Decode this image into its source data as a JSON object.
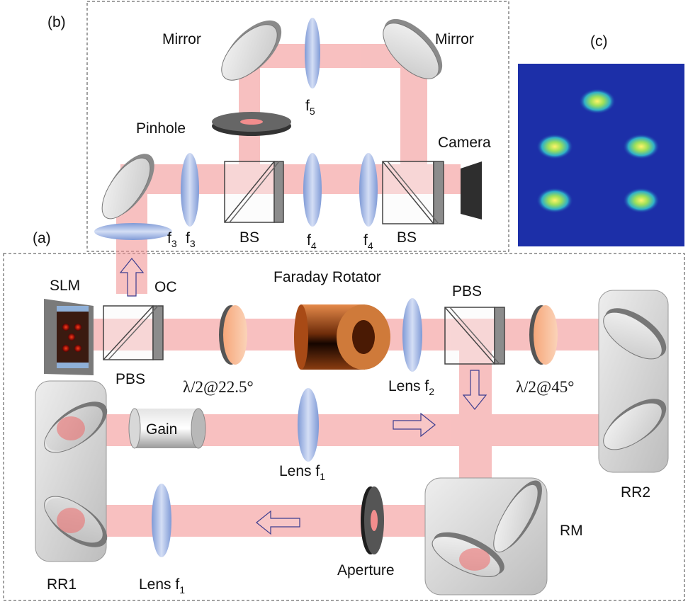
{
  "panels": {
    "a": "(a)",
    "b": "(b)",
    "c": "(c)"
  },
  "labels": {
    "mirror_left": "Mirror",
    "mirror_right": "Mirror",
    "f5": "f",
    "f5_sub": "5",
    "pinhole": "Pinhole",
    "camera": "Camera",
    "f3a": "f",
    "f3a_sub": "3",
    "f3b": "f",
    "f3b_sub": "3",
    "bs_left": "BS",
    "f4a": "f",
    "f4a_sub": "4",
    "f4b": "f",
    "f4b_sub": "4",
    "bs_right": "BS",
    "slm": "SLM",
    "oc": "OC",
    "faraday": "Faraday Rotator",
    "pbs_right": "PBS",
    "pbs_left": "PBS",
    "hwp_225": "λ/2@22.5°",
    "lens_f2": "Lens f",
    "lens_f2_sub": "2",
    "hwp_45": "λ/2@45°",
    "gain": "Gain",
    "lens_f1_mid": "Lens f",
    "lens_f1_mid_sub": "1",
    "rr2": "RR2",
    "rm": "RM",
    "aperture": "Aperture",
    "rr1": "RR1",
    "lens_f1_bottom": "Lens f",
    "lens_f1_bottom_sub": "1"
  },
  "colors": {
    "beam": "#f28d8d",
    "lens": "#a9bde6",
    "waveplate": "#f6b38f",
    "faraday": "#b3541c",
    "camera_bg": "#1c2fa8",
    "spot": "#f3e14a"
  }
}
